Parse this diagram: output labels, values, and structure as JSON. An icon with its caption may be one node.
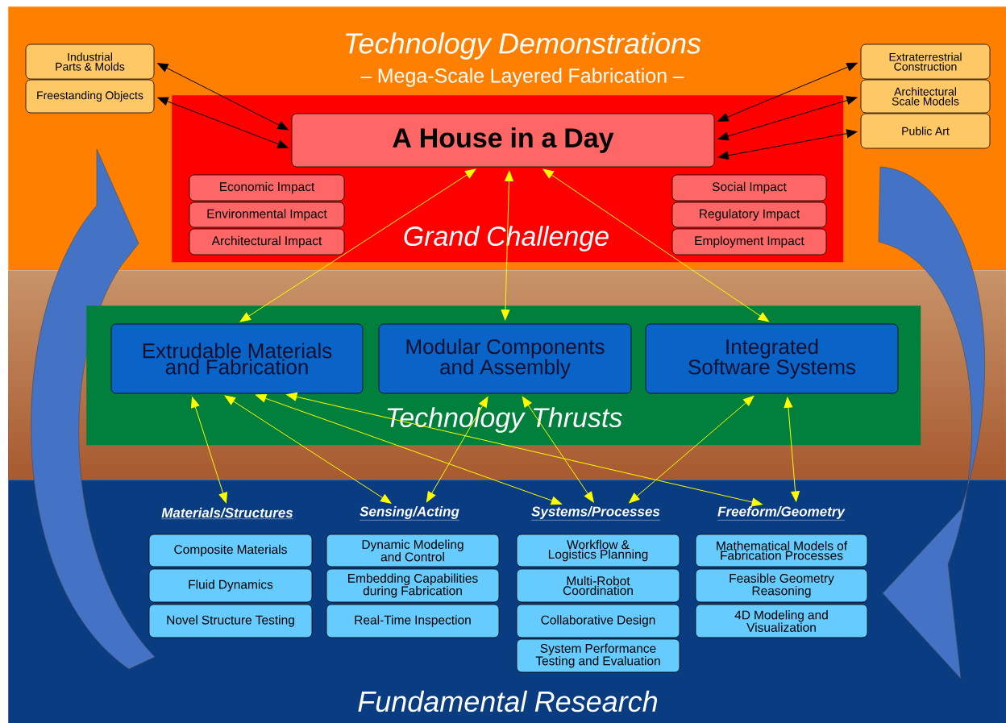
{
  "diagram": {
    "nodes": [
      {
        "text": [
          "Technology Demonstrations",
          "– Mega-Scale Layered Fabrication –"
        ]
      },
      {
        "text": [
          "Industrial Parts & Molds"
        ],
        "in": 0
      },
      {
        "text": [
          "Freestanding Objects"
        ],
        "in": 0
      },
      {
        "text": [
          "Extraterrestrial Construction"
        ],
        "in": 0
      },
      {
        "text": [
          "Architectural Scale Models"
        ],
        "in": 0
      },
      {
        "text": [
          "Public Art"
        ],
        "in": 0
      },
      {
        "text": [
          "Grand Challenge"
        ],
        "in": 0
      },
      {
        "text": [
          "A House in a Day"
        ],
        "in": 6
      },
      {
        "text": [
          "Economic Impact"
        ],
        "in": 6
      },
      {
        "text": [
          "Environmental Impact"
        ],
        "in": 6
      },
      {
        "text": [
          "Architectural Impact"
        ],
        "in": 6
      },
      {
        "text": [
          "Social Impact"
        ],
        "in": 6
      },
      {
        "text": [
          "Regulatory Impact"
        ],
        "in": 6
      },
      {
        "text": [
          "Employment Impact"
        ],
        "in": 6
      },
      {
        "text": [
          "Technology Thrusts"
        ]
      },
      {
        "text": [
          "Extrudable Materials and Fabrication"
        ],
        "in": 14
      },
      {
        "text": [
          "Modular Components and Assembly"
        ],
        "in": 14
      },
      {
        "text": [
          "Integrated Software Systems"
        ],
        "in": 14
      },
      {
        "text": [
          "Fundamental Research"
        ]
      },
      {
        "text": [
          "Materials/Structures"
        ],
        "in": 18
      },
      {
        "text": [
          "Sensing/Acting"
        ],
        "in": 18
      },
      {
        "text": [
          "Systems/Processes"
        ],
        "in": 18
      },
      {
        "text": [
          "Freeform/Geometry"
        ],
        "in": 18
      },
      {
        "text": [
          "Composite Materials"
        ],
        "in": 18
      },
      {
        "text": [
          "Fluid Dynamics"
        ],
        "in": 18
      },
      {
        "text": [
          "Novel Structure Testing"
        ],
        "in": 18
      },
      {
        "text": [
          "Dynamic Modeling and Control"
        ],
        "in": 18
      },
      {
        "text": [
          "Embedding Capabilities during Fabrication"
        ],
        "in": 18
      },
      {
        "text": [
          "Real-Time Inspection"
        ],
        "in": 18
      },
      {
        "text": [
          "Workflow & Logistics Planning"
        ],
        "in": 18
      },
      {
        "text": [
          "Multi-Robot Coordination"
        ],
        "in": 18
      },
      {
        "text": [
          "Collaborative Design"
        ],
        "in": 18
      },
      {
        "text": [
          "System Performance Testing and Evaluation"
        ],
        "in": 18
      },
      {
        "text": [
          "Mathematical Models of Fabrication Processes"
        ],
        "in": 18
      },
      {
        "text": [
          "Feasible Geometry Reasoning"
        ],
        "in": 18
      },
      {
        "text": [
          "4D Modeling and Visualization"
        ],
        "in": 18
      }
    ],
    "edges": [
      {
        "from": 7,
        "to": 1,
        "arrow": "both",
        "color": "#000000"
      },
      {
        "from": 7,
        "to": 2,
        "arrow": "both",
        "color": "#000000"
      },
      {
        "from": 7,
        "to": 3,
        "arrow": "both",
        "color": "#000000"
      },
      {
        "from": 7,
        "to": 4,
        "arrow": "both",
        "color": "#000000"
      },
      {
        "from": 7,
        "to": 5,
        "arrow": "both",
        "color": "#000000"
      },
      {
        "from": 7,
        "to": 15,
        "arrow": "both"
      },
      {
        "from": 7,
        "to": 16,
        "arrow": "both"
      },
      {
        "from": 7,
        "to": 17,
        "arrow": "both"
      },
      {
        "from": 15,
        "to": 19,
        "arrow": "both"
      },
      {
        "from": 15,
        "to": 20,
        "arrow": "both"
      },
      {
        "from": 15,
        "to": 21,
        "arrow": "both"
      },
      {
        "from": 15,
        "to": 22,
        "arrow": "both"
      },
      {
        "from": 16,
        "to": 20,
        "arrow": "both"
      },
      {
        "from": 16,
        "to": 21,
        "arrow": "both"
      },
      {
        "from": 17,
        "to": 21,
        "arrow": "both"
      },
      {
        "from": 17,
        "to": 22,
        "arrow": "both"
      }
    ]
  }
}
